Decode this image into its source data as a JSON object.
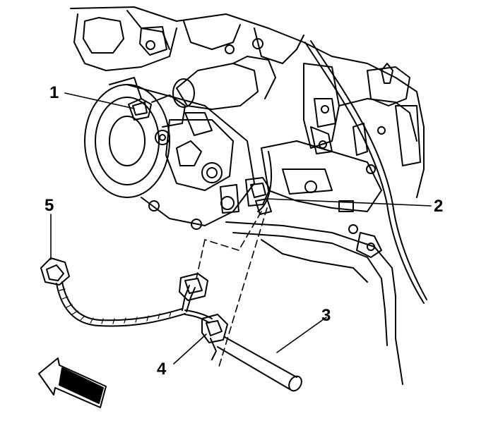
{
  "diagram": {
    "callouts": [
      "1",
      "2",
      "3",
      "4",
      "5"
    ],
    "colors": {
      "line": "#000000",
      "background": "#ffffff"
    },
    "direction_icon": "arrow-left-front-icon"
  }
}
